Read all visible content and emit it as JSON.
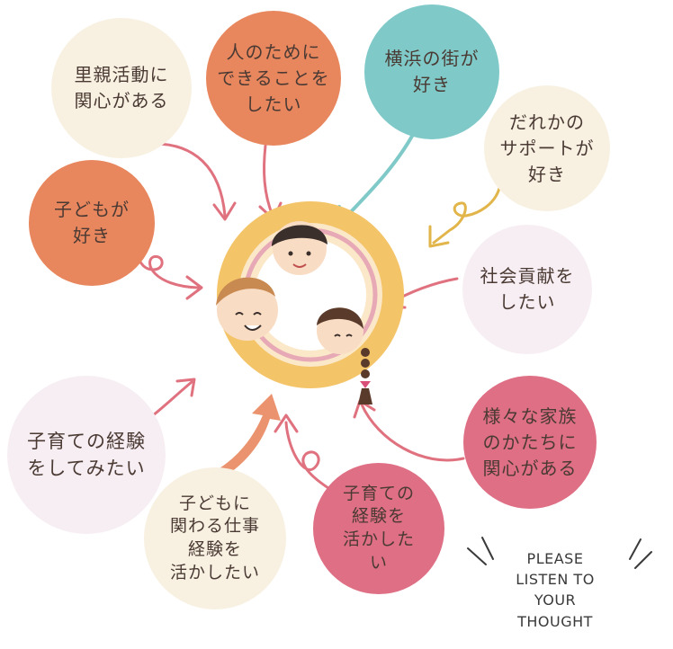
{
  "bubbles": [
    {
      "id": "foster-interest",
      "text": "里親活動に\n関心がある",
      "color": "#f8f1e2",
      "style": "dark"
    },
    {
      "id": "help-people",
      "text": "人のために\nできることを\nしたい",
      "color": "#e8875e",
      "style": "dark"
    },
    {
      "id": "yokohama",
      "text": "横浜の街が\n好き",
      "color": "#7fc9c8",
      "style": "dark"
    },
    {
      "id": "support",
      "text": "だれかの\nサポートが\n好き",
      "color": "#f8f1e2",
      "style": "dark"
    },
    {
      "id": "kids",
      "text": "子どもが\n好き",
      "color": "#e8875e",
      "style": "dark"
    },
    {
      "id": "contribute",
      "text": "社会貢献を\nしたい",
      "color": "#f7eef3",
      "style": "dark"
    },
    {
      "id": "family-forms",
      "text": "様々な家族\nのかたちに\n関心がある",
      "color": "#de6f84",
      "style": "dark"
    },
    {
      "id": "parenting-try",
      "text": "子育ての経験\nをしてみたい",
      "color": "#f7eef3",
      "style": "dark"
    },
    {
      "id": "child-work",
      "text": "子どもに\n関わる仕事\n経験を\n活かしたい",
      "color": "#f8f1e2",
      "style": "dark"
    },
    {
      "id": "parenting-use",
      "text": "子育ての\n経験を\n活かした\nい",
      "color": "#de6f84",
      "style": "dark"
    }
  ],
  "callout": "PLEASE\nLISTEN TO\nYOUR\nTHOUGHT",
  "colors": {
    "arrow_pink": "#e0727f",
    "arrow_teal": "#7fc9c8",
    "arrow_gold": "#e2b54a",
    "arrow_orange": "#e8875e",
    "ring": "#f4c469"
  }
}
